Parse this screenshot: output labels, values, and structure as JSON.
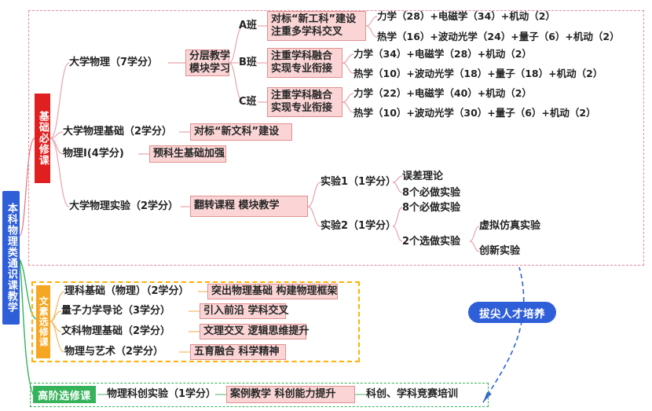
{
  "root": {
    "label": "本科物理类通识课教学",
    "color": "#2f5fd8"
  },
  "highlight": {
    "label": "拔尖人才培养",
    "color": "#2f5fd8"
  },
  "sections": {
    "basic": {
      "chip": "基础必修课",
      "chip_color": "#e02020",
      "frame_color": "#e8879b",
      "courses": {
        "daxue_wuli": {
          "label": "大学物理（7学分）",
          "method": {
            "line1": "分层教学",
            "line2": "模块学习"
          },
          "classes": [
            {
              "name": "A班",
              "feature": {
                "line1": "对标“新工科”建设",
                "line2": "注重多学科交叉"
              },
              "modules": [
                "力学（28）+电磁学（34）+机动（2）",
                "热学（16）+波动光学（24）+量子（6）+机动（2）"
              ]
            },
            {
              "name": "B班",
              "feature": {
                "line1": "注重学科融合",
                "line2": "实现专业衔接"
              },
              "modules": [
                "力学（34）+电磁学（28）+机动（2）",
                "热学（10）+波动光学（18）+量子（18）+机动（2）"
              ]
            },
            {
              "name": "C班",
              "feature": {
                "line1": "注重学科融合",
                "line2": "实现专业衔接"
              },
              "modules": [
                "力学（22）+电磁学（40）+机动（2）",
                "热学（10）+波动光学（30）+量子（6）+机动（2）"
              ]
            }
          ]
        },
        "jichu": {
          "label": "大学物理基础（2学分）",
          "tag": "对标“新文科”建设"
        },
        "wuli1": {
          "label": "物理I(4学分)",
          "tag": "预科生基础加强"
        },
        "shiyan": {
          "label": "大学物理实验（2学分）",
          "tag": "翻转课程 模块教学",
          "groups": [
            {
              "name": "实验1（1学分）",
              "items": [
                "误差理论",
                "8个必做实验"
              ]
            },
            {
              "name": "实验2（1学分）",
              "items": [
                "8个必做实验",
                "2个选做实验"
              ]
            }
          ],
          "optional_detail": [
            "虚拟仿真实验",
            "创新实验"
          ]
        }
      }
    },
    "liberal": {
      "chip": "文素选修课",
      "chip_color": "#f5a623",
      "frame_color": "#ffb000",
      "rows": [
        {
          "course": "理科基础（物理）（2学分）",
          "tag": "突出物理基础 构建物理框架"
        },
        {
          "course": "量子力学导论（3学分）",
          "tag": "引入前沿 学科交叉"
        },
        {
          "course": "文科物理基础（2学分）",
          "tag": "文理交叉 逻辑思维提升"
        },
        {
          "course": "物理与艺术（2学分）",
          "tag": "五育融合 科学精神"
        }
      ]
    },
    "advanced": {
      "chip": "高阶选修课",
      "chip_color": "#35b35a",
      "frame_color": "#35b35a",
      "course": "物理科创实验（1学分）",
      "tag": "案例教学 科创能力提升",
      "outcome": "科创、学科竞赛培训"
    }
  }
}
